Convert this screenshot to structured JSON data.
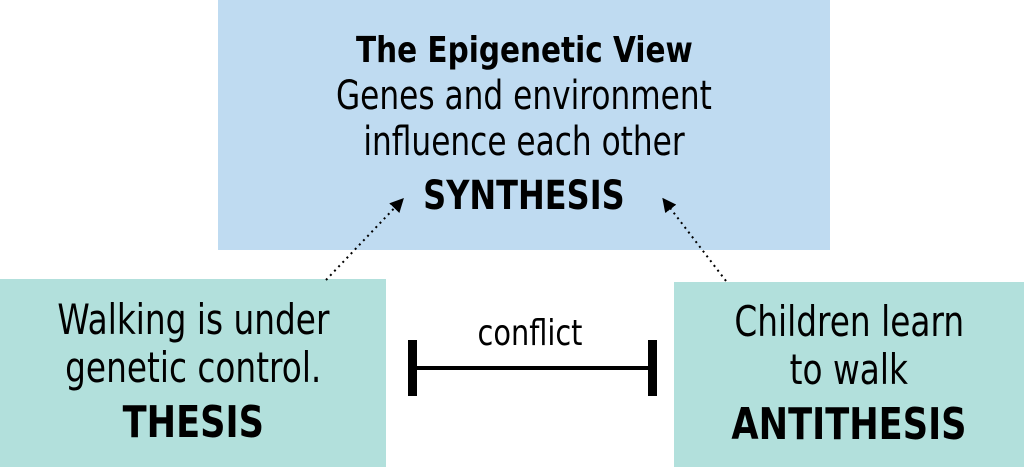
{
  "synthesis": {
    "title": "The Epigenetic View",
    "line1": "Genes and environment",
    "line2": "influence each other",
    "label": "SYNTHESIS"
  },
  "thesis": {
    "line1": "Walking is under",
    "line2": "genetic control.",
    "label": "THESIS"
  },
  "antithesis": {
    "line1": "Children learn",
    "line2": "to walk",
    "label": "ANTITHESIS"
  },
  "conflict": {
    "label": "conflict"
  },
  "colors": {
    "synthesis_fill": "#bfdbf1",
    "thesis_fill": "#b2e0dc",
    "antithesis_fill": "#b2e0dc",
    "text": "#000000"
  }
}
